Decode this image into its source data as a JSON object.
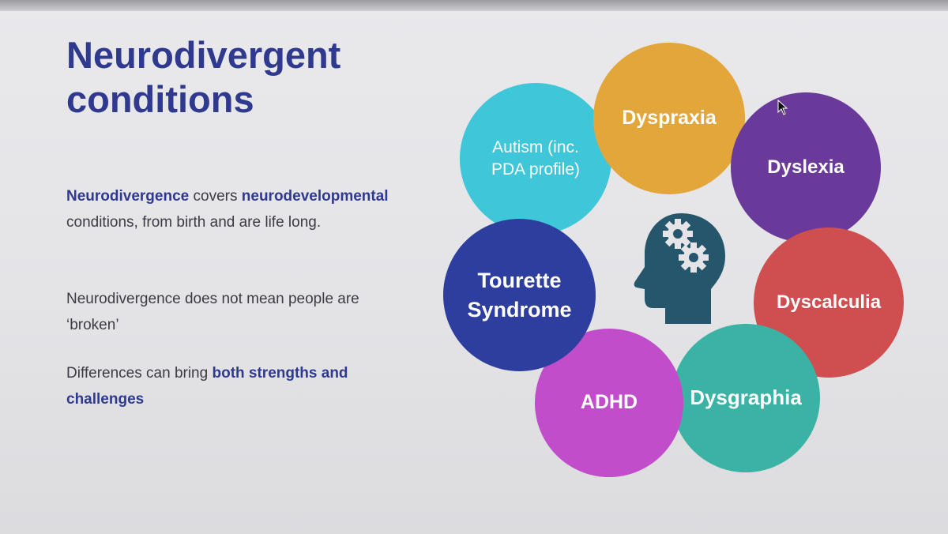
{
  "slide": {
    "title_line1": "Neurodivergent",
    "title_line2": "conditions",
    "p1": {
      "b1": "Neurodivergence",
      "t1": " covers ",
      "b2": "neurodevelopmental",
      "t2": " conditions, from birth and are life long."
    },
    "p2": "Neurodivergence does not mean people are ‘broken’",
    "p3": {
      "t1": "Differences can bring ",
      "b1": "both strengths and challenges"
    }
  },
  "circles": {
    "autism": {
      "line1": "Autism (inc.",
      "line2": "PDA profile)",
      "color": "#3fc6d8"
    },
    "dyspraxia": {
      "label": "Dyspraxia",
      "color": "#e3a63a"
    },
    "dyslexia": {
      "label": "Dyslexia",
      "color": "#6a3a9a"
    },
    "dyscalculia": {
      "label": "Dyscalculia",
      "color": "#cf4f50"
    },
    "dysgraphia": {
      "label": "Dysgraphia",
      "color": "#3bb3a4"
    },
    "adhd": {
      "label": "ADHD",
      "color": "#c14dcb"
    },
    "tourette": {
      "line1": "Tourette",
      "line2": "Syndrome",
      "color": "#2e3e9e"
    }
  },
  "icons": {
    "center": "head-with-gears-icon",
    "pointer": "mouse-cursor-icon"
  },
  "colors": {
    "title": "#2f3a8f",
    "body_text": "#3b3b44",
    "icon": "#25566b"
  }
}
